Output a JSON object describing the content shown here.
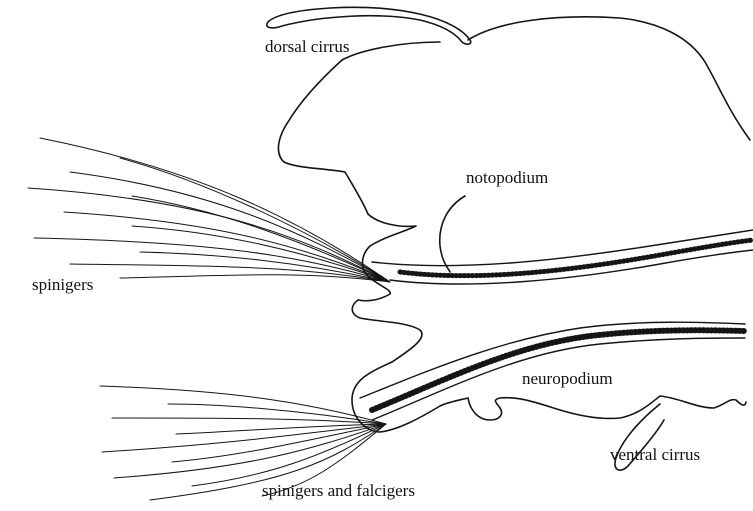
{
  "labels": {
    "dorsal_cirrus": "dorsal cirrus",
    "notopodium": "notopodium",
    "spinigers": "spinigers",
    "neuropodium": "neuropodium",
    "ventral_cirrus": "ventral cirrus",
    "spinigers_and_falcigers": "spinigers and falcigers"
  },
  "colors": {
    "ink": "#151515",
    "background": "#ffffff"
  }
}
